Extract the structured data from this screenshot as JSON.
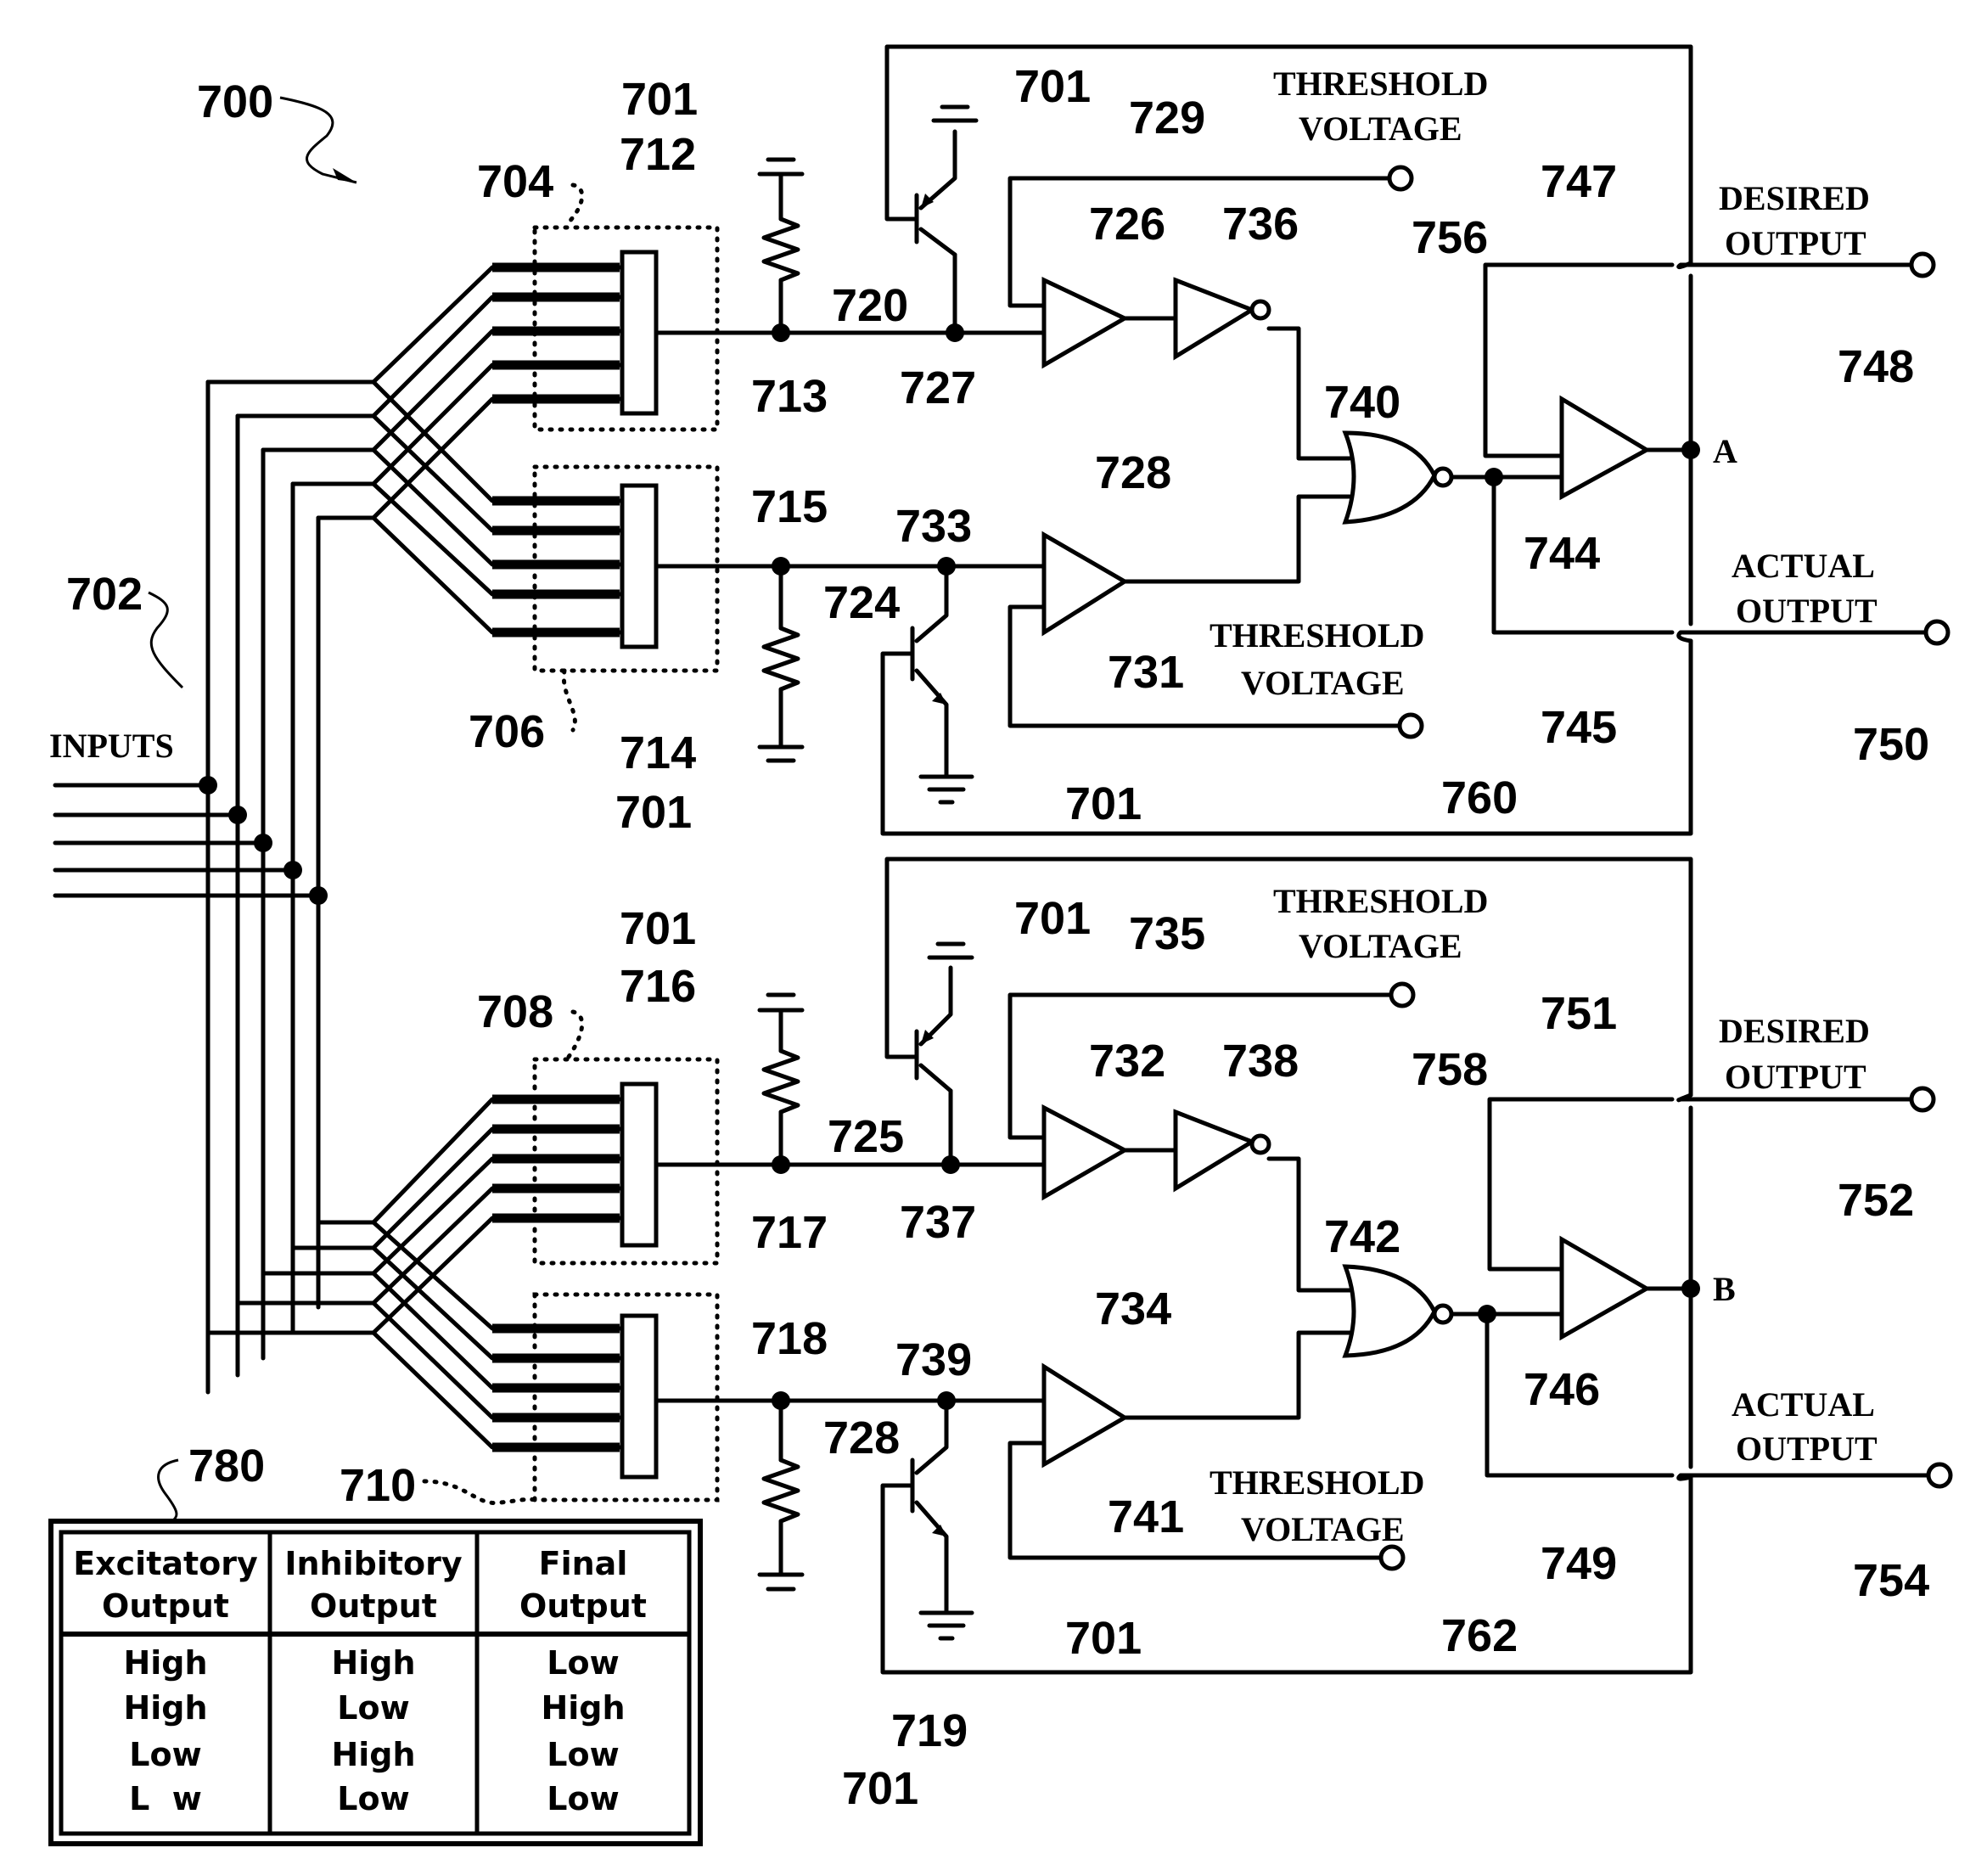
{
  "figure": {
    "ref_main": "700",
    "ref_inputs_group": "702",
    "inputs_label": "INPUTS",
    "refs": {
      "supply": "701",
      "summer_top_exc": "704",
      "summer_top_inh": "706",
      "summer_bot_exc": "708",
      "summer_bot_inh": "710",
      "r712": "712",
      "n713": "713",
      "r714": "714",
      "n715": "715",
      "r716": "716",
      "n717": "717",
      "n718": "718",
      "r719": "719",
      "q720": "720",
      "q724": "724",
      "q725": "725",
      "q728": "728",
      "amp726": "726",
      "n727": "727",
      "amp728": "728",
      "n729": "729",
      "n731": "731",
      "amp732": "732",
      "n733": "733",
      "amp734": "734",
      "n735": "735",
      "inv736": "736",
      "n737": "737",
      "inv738": "738",
      "n739": "739",
      "nor740": "740",
      "n741": "741",
      "nor742": "742",
      "buf744": "744",
      "n745": "745",
      "buf746": "746",
      "n747": "747",
      "t748": "748",
      "n749": "749",
      "t750": "750",
      "n751": "751",
      "t752": "752",
      "t754": "754",
      "t756": "756",
      "t758": "758",
      "t760": "760",
      "t762": "762",
      "table_ref": "780"
    },
    "labels": {
      "threshold_1": "THRESHOLD",
      "threshold_2": "VOLTAGE",
      "desired_1": "DESIRED",
      "desired_2": "OUTPUT",
      "actual_1": "ACTUAL",
      "actual_2": "OUTPUT",
      "node_a": "A",
      "node_b": "B"
    }
  },
  "truth_table": {
    "headers": [
      [
        "Excitatory",
        "Output"
      ],
      [
        "Inhibitory",
        "Output"
      ],
      [
        "Final",
        "Output"
      ]
    ],
    "rows": [
      [
        "High",
        "High",
        "Low"
      ],
      [
        "High",
        "Low",
        "High"
      ],
      [
        "Low",
        "High",
        "Low"
      ],
      [
        "L  w",
        "Low",
        "Low"
      ]
    ]
  }
}
